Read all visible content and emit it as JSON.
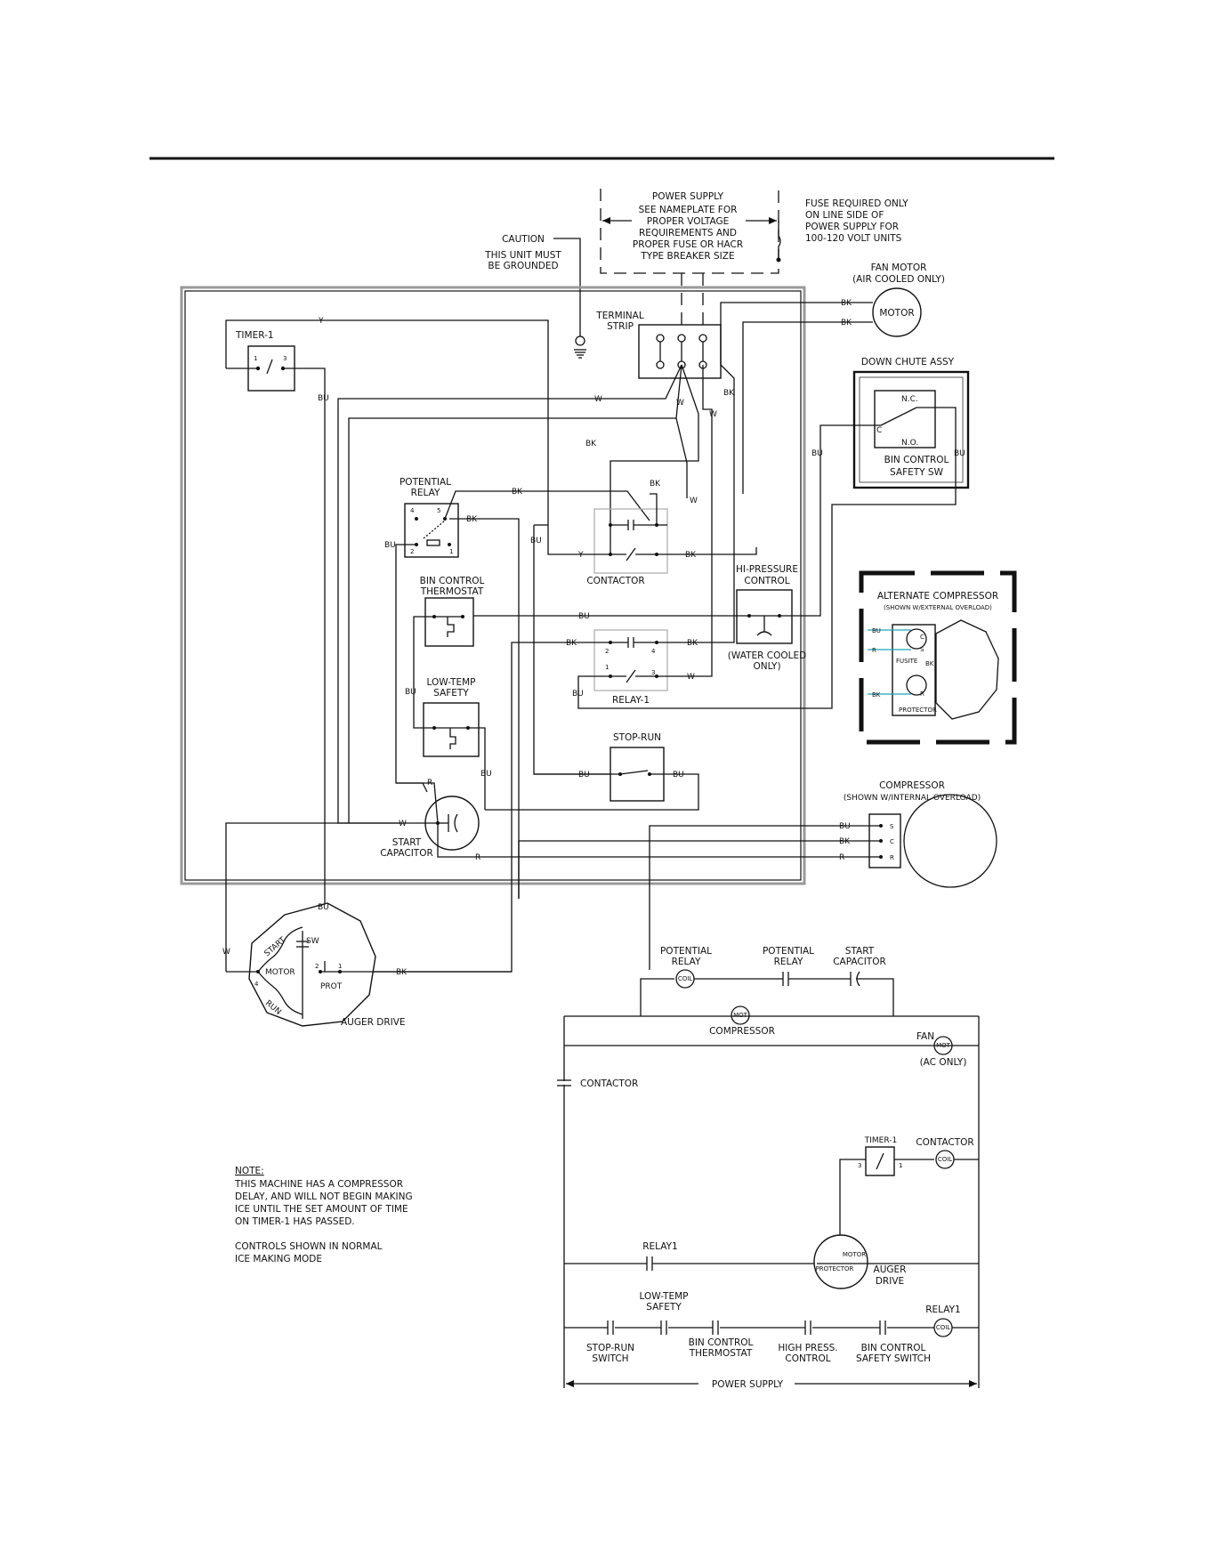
{
  "power_supply": {
    "title": "POWER SUPPLY",
    "lines": [
      "SEE NAMEPLATE FOR",
      "PROPER VOLTAGE",
      "REQUIREMENTS AND",
      "PROPER FUSE OR HACR",
      "TYPE BREAKER SIZE"
    ]
  },
  "fuse_note": [
    "FUSE REQUIRED ONLY",
    "ON LINE SIDE OF",
    "POWER SUPPLY FOR",
    "100-120 VOLT UNITS"
  ],
  "caution": {
    "title": "CAUTION",
    "lines": [
      "THIS UNIT MUST",
      "BE GROUNDED"
    ]
  },
  "fan_motor": {
    "title": "FAN MOTOR",
    "sub": "(AIR COOLED ONLY)",
    "label": "MOTOR"
  },
  "terminal_strip": [
    "TERMINAL",
    "STRIP"
  ],
  "timer": {
    "title": "TIMER-1",
    "t1": "1",
    "t3": "3"
  },
  "down_chute": {
    "title": "DOWN CHUTE ASSY",
    "nc": "N.C.",
    "no": "N.O.",
    "c": "C",
    "lines": [
      "BIN CONTROL",
      "SAFETY SW"
    ]
  },
  "potential_relay": {
    "title": [
      "POTENTIAL",
      "RELAY"
    ],
    "p4": "4",
    "p5": "5",
    "p2": "2",
    "p1": "1"
  },
  "contactor_label": "CONTACTOR",
  "hi_pressure": {
    "title": [
      "HI-PRESSURE",
      "CONTROL"
    ],
    "sub": [
      "(WATER COOLED",
      "ONLY)"
    ]
  },
  "bin_thermostat": [
    "BIN CONTROL",
    "THERMOSTAT"
  ],
  "low_temp": [
    "LOW-TEMP",
    "SAFETY"
  ],
  "relay1": {
    "title": "RELAY-1",
    "p2": "2",
    "p4": "4",
    "p1": "1",
    "p3": "3"
  },
  "stop_run": "STOP-RUN",
  "start_cap": [
    "START",
    "CAPACITOR"
  ],
  "alt_compressor": {
    "title": "ALTERNATE COMPRESSOR",
    "sub": "(SHOWN W/EXTERNAL OVERLOAD)",
    "fuse": "FUSITE",
    "protector": "PROTECTOR",
    "c": "C",
    "s": "S",
    "r": "R",
    "bk": "BK"
  },
  "compressor": {
    "title": "COMPRESSOR",
    "sub": "(SHOWN W/INTERNAL OVERLOAD)",
    "s": "S",
    "c": "C",
    "r": "R"
  },
  "auger": {
    "label": "AUGER DRIVE",
    "start": "START",
    "run": "RUN",
    "motor": "MOTOR",
    "sw": "SW",
    "prot": "PROT",
    "p1": "1",
    "p2": "2",
    "p4": "4"
  },
  "wire_colors": {
    "y": "Y",
    "w": "W",
    "bk": "BK",
    "bu": "BU",
    "r": "R"
  },
  "note": {
    "title": "NOTE:",
    "lines": [
      "THIS MACHINE HAS A COMPRESSOR",
      "DELAY, AND WILL NOT BEGIN MAKING",
      "ICE UNTIL THE SET AMOUNT OF TIME",
      "ON TIMER-1 HAS PASSED."
    ],
    "lines2": [
      "CONTROLS SHOWN IN NORMAL",
      "ICE MAKING MODE"
    ]
  },
  "ladder": {
    "potential_relay": [
      "POTENTIAL",
      "RELAY"
    ],
    "potential_relay2": [
      "POTENTIAL",
      "RELAY"
    ],
    "start_capacitor": [
      "START",
      "CAPACITOR"
    ],
    "coil": "COIL",
    "mot": "MOT",
    "compressor": "COMPRESSOR",
    "fan": "FAN",
    "ac_only": "(AC ONLY)",
    "contactor": "CONTACTOR",
    "timer": "TIMER-1",
    "t3": "3",
    "t1": "1",
    "contactor2": "CONTACTOR",
    "relay1": "RELAY1",
    "motor": "MOTOR",
    "protector": "PROTECTOR",
    "auger": [
      "AUGER",
      "DRIVE"
    ],
    "low_temp": [
      "LOW-TEMP",
      "SAFETY"
    ],
    "relay1b": "RELAY1",
    "stop_run": [
      "STOP-RUN",
      "SWITCH"
    ],
    "bin_thermo": [
      "BIN CONTROL",
      "THERMOSTAT"
    ],
    "high_press": [
      "HIGH PRESS.",
      "CONTROL"
    ],
    "bin_safety": [
      "BIN CONTROL",
      "SAFETY SWITCH"
    ],
    "power_supply": "POWER SUPPLY"
  }
}
